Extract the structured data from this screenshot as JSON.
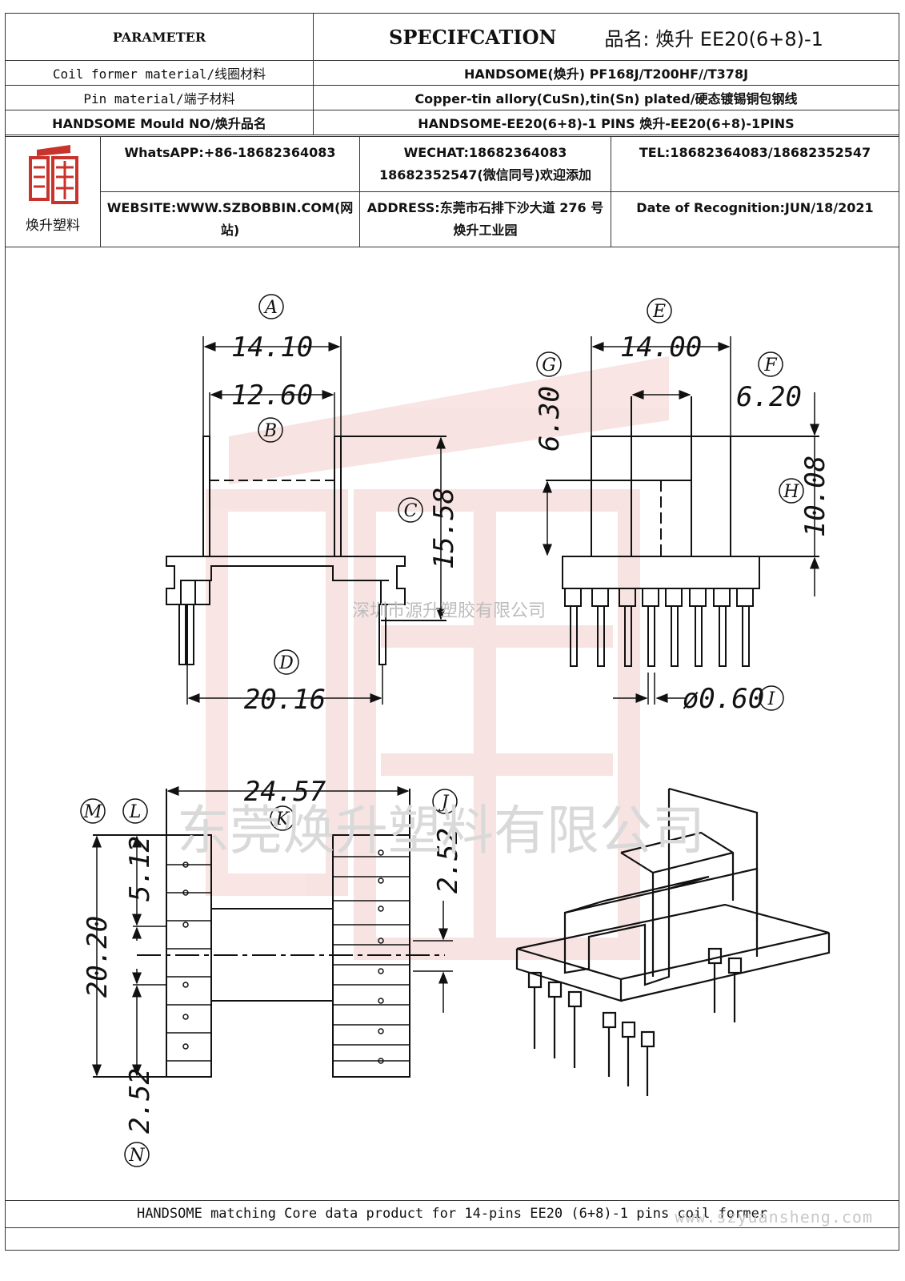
{
  "header": {
    "parameter": "PARAMETER",
    "specification": "SPECIFCATION",
    "product_name_label": "品名:",
    "product_name_value": "焕升 EE20(6+8)-1"
  },
  "spec_rows": [
    {
      "label": "Coil former material/线圈材料",
      "value": "HANDSOME(焕升)   PF168J/T200HF//T378J"
    },
    {
      "label": "Pin material/端子材料",
      "value": "Copper-tin allory(CuSn),tin(Sn) plated/硬态镀锡铜包钢线"
    },
    {
      "label": "HANDSOME Mould NO/焕升品名",
      "value": "HANDSOME-EE20(6+8)-1 PINS    焕升-EE20(6+8)-1PINS"
    }
  ],
  "company": {
    "logo_text": "焕升塑料",
    "whatsapp": "WhatsAPP:+86-18682364083",
    "wechat_line1": "WECHAT:18682364083",
    "wechat_line2": "18682352547(微信同号)欢迎添加",
    "tel": "TEL:18682364083/18682352547",
    "website": "WEBSITE:WWW.SZBOBBIN.COM(网站)",
    "address": "ADDRESS:东莞市石排下沙大道 276 号焕升工业园",
    "date": "Date of Recognition:JUN/18/2021"
  },
  "drawing": {
    "labels": {
      "A": "A",
      "B": "B",
      "C": "C",
      "D": "D",
      "E": "E",
      "F": "F",
      "G": "G",
      "H": "H",
      "I": "I",
      "J": "J",
      "K": "K",
      "L": "L",
      "M": "M",
      "N": "N"
    },
    "dims": {
      "A": "14.10",
      "B": "12.60",
      "C": "15.58",
      "D": "20.16",
      "E": "14.00",
      "F": "6.20",
      "G": "6.30",
      "H": "10.08",
      "I": "ø0.60",
      "J": "2.52",
      "K": "24.57",
      "L": "5.12",
      "M": "20.20",
      "N": "2.52"
    },
    "watermark_small": "深圳市源升塑胶有限公司",
    "watermark_large": "东莞焕升塑料有限公司"
  },
  "footer": {
    "text": "HANDSOME matching Core data  product for 14-pins EE20 (6+8)-1 pins coil former",
    "site_watermark": "www.szyuansheng.com"
  }
}
